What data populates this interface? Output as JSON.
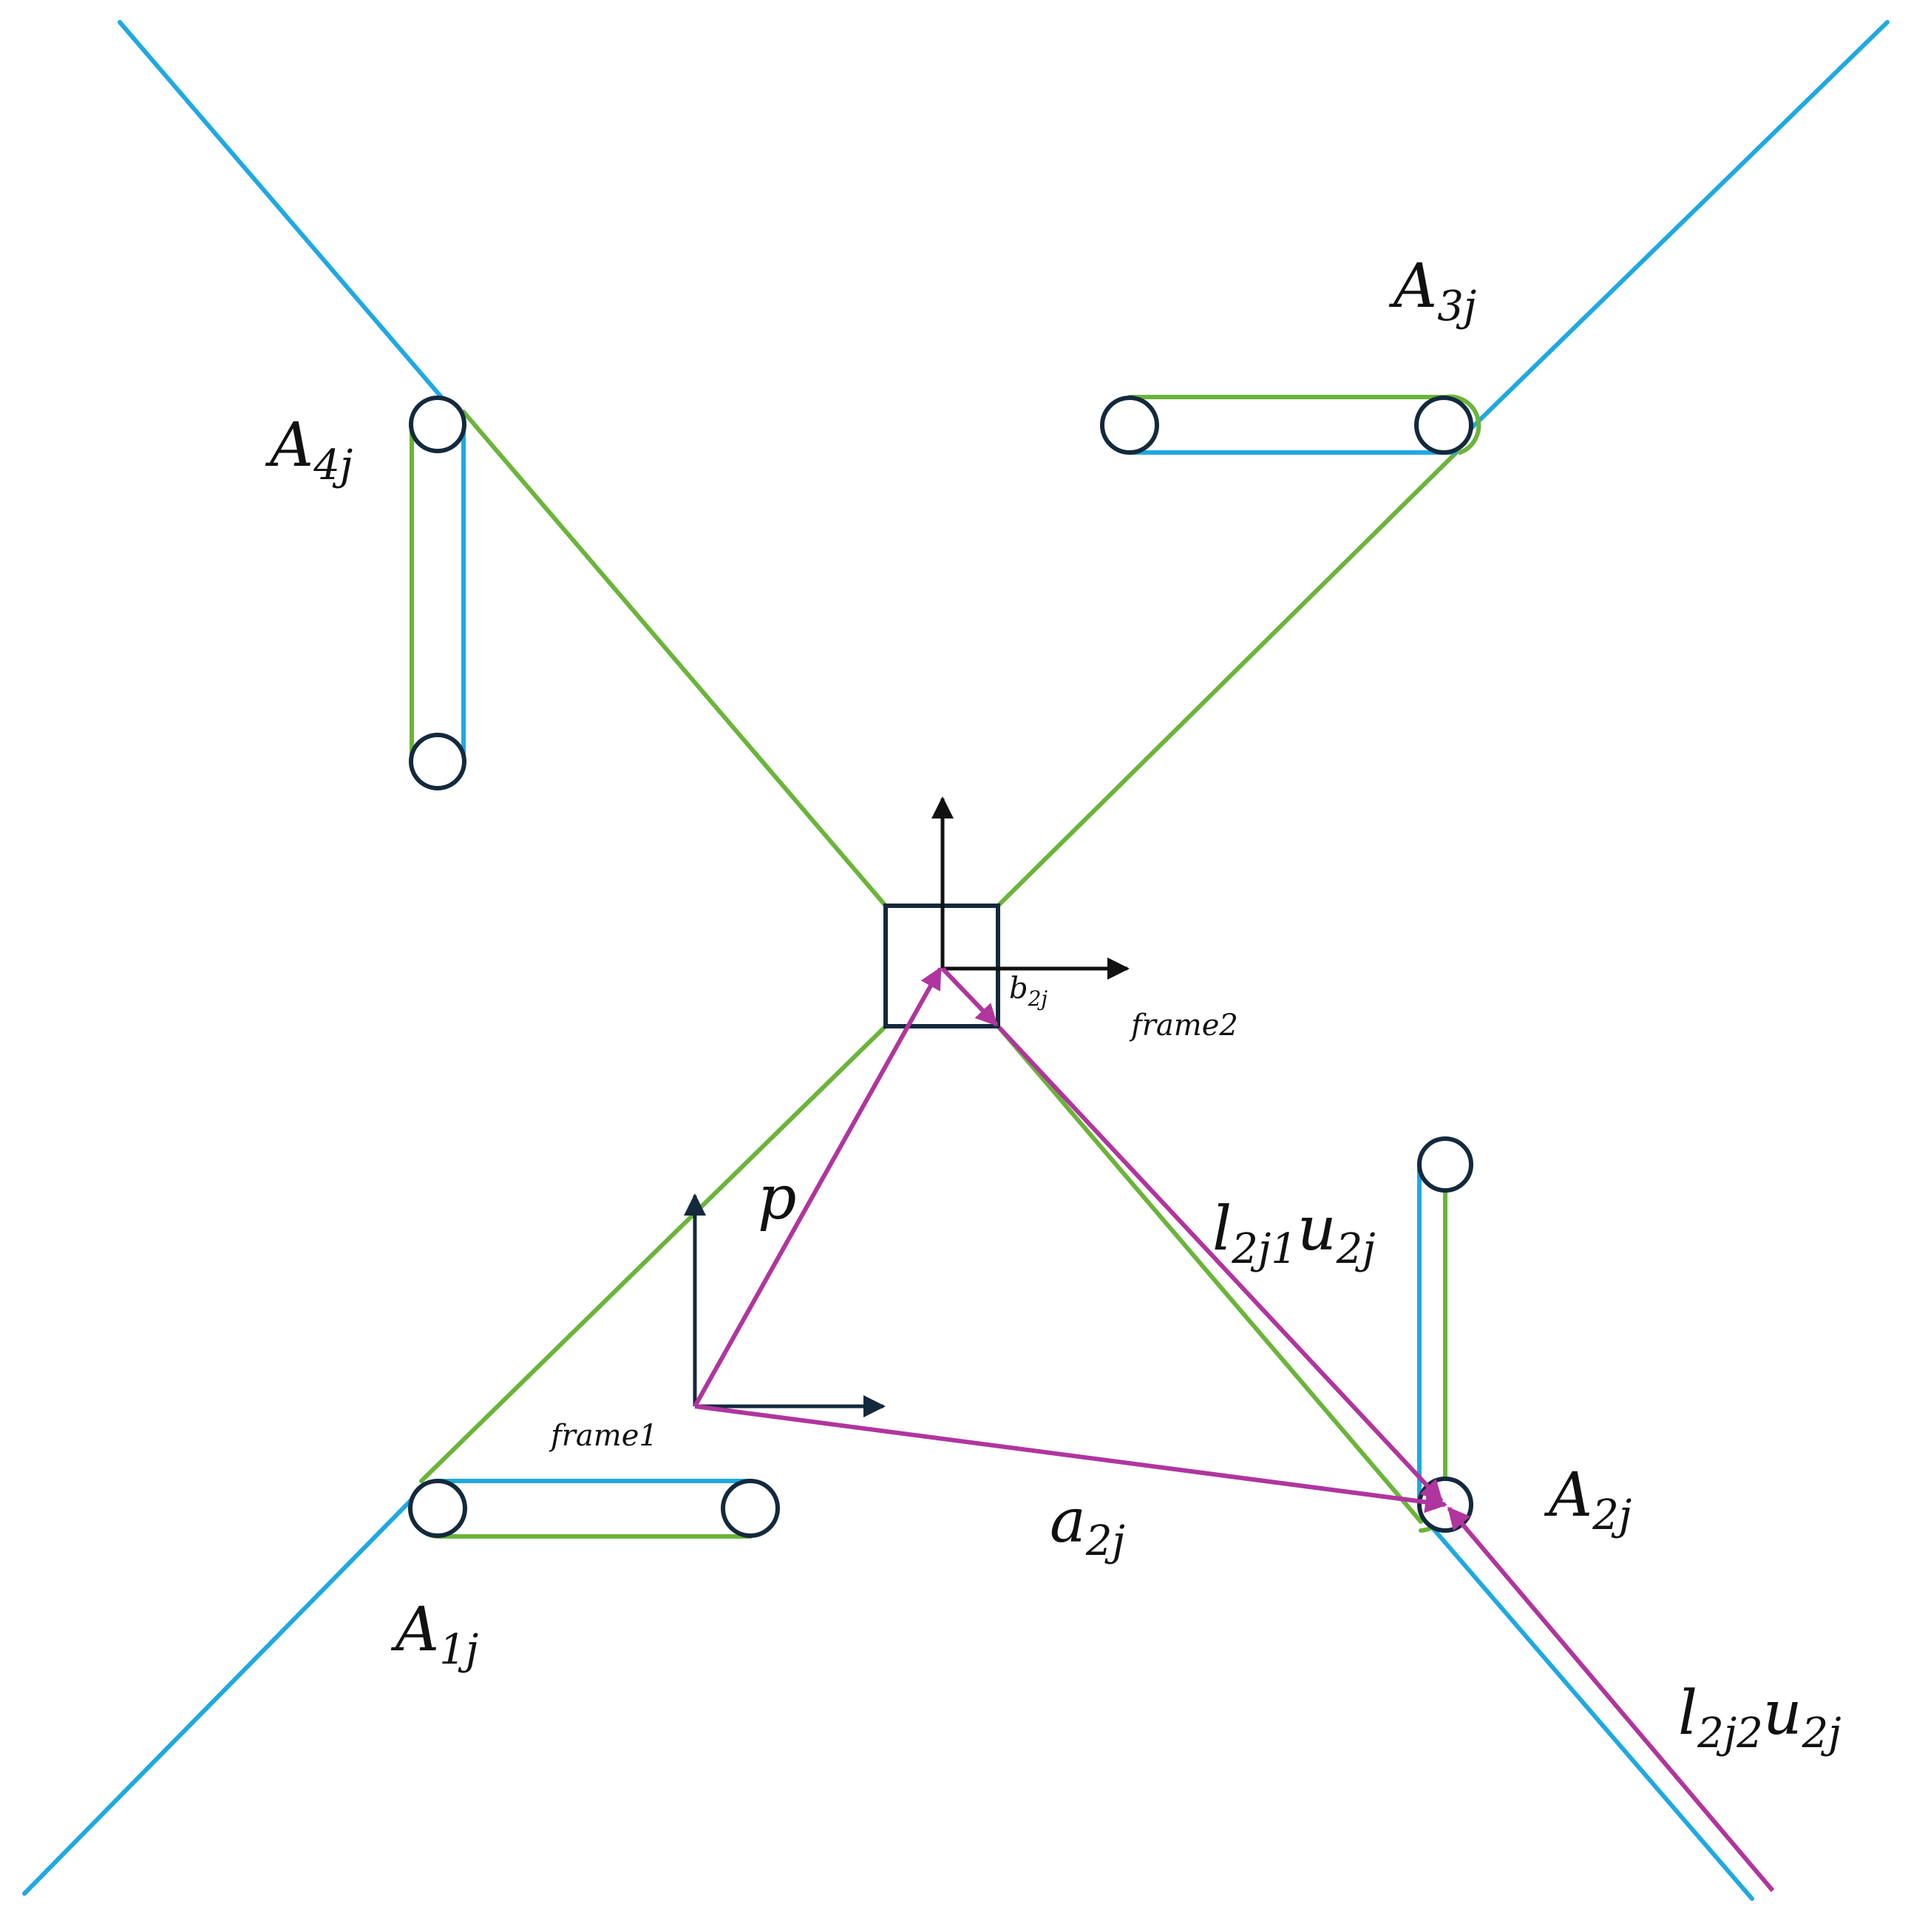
{
  "labels": {
    "a1": {
      "base": "A",
      "sub": "1j"
    },
    "a2": {
      "base": "A",
      "sub": "2j"
    },
    "a3": {
      "base": "A",
      "sub": "3j"
    },
    "a4": {
      "base": "A",
      "sub": "4j"
    },
    "p": "p",
    "a2j": {
      "base": "a",
      "sub": "2j"
    },
    "b2j": {
      "base": "b",
      "sub": "2j"
    },
    "l2j1u2j": {
      "l": "l",
      "lsub": "2j1",
      "u": "u",
      "usub": "2j"
    },
    "l2j2u2j": {
      "l": "l",
      "lsub": "2j2",
      "u": "u",
      "usub": "2j"
    },
    "frame1": "frame1",
    "frame2": "frame2"
  },
  "colors": {
    "cable_blue": "#1fa9e0",
    "cable_green": "#6bb43a",
    "vector_magenta": "#b0359e",
    "pulley_dark": "#13293d"
  }
}
